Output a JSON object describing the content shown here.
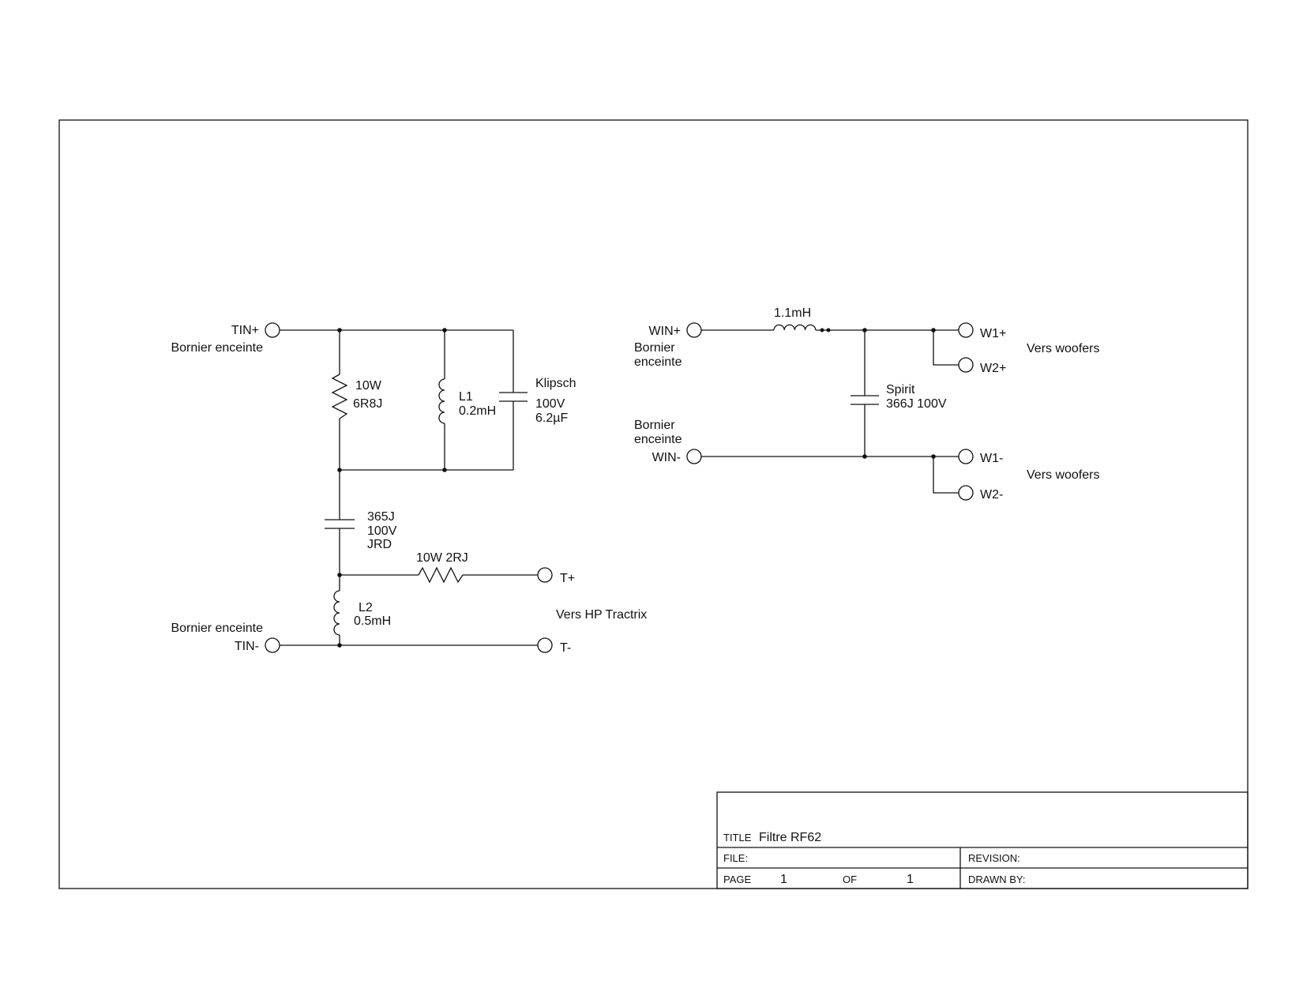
{
  "schematic": {
    "tweeter_filter": {
      "tin_plus": "TIN+",
      "tin_plus_desc": "Bornier enceinte",
      "tin_minus": "TIN-",
      "tin_minus_desc": "Bornier enceinte",
      "r1_label_1": "10W",
      "r1_label_2": "6R8J",
      "l1_label_1": "L1",
      "l1_label_2": "0.2mH",
      "c1_label_1": "Klipsch",
      "c1_label_2": "100V",
      "c1_label_3": "6.2µF",
      "c2_label_1": "365J",
      "c2_label_2": "100V",
      "c2_label_3": "JRD",
      "r2_label": "10W 2RJ",
      "l2_label_1": "L2",
      "l2_label_2": "0.5mH",
      "t_plus": "T+",
      "t_minus": "T-",
      "dest": "Vers HP Tractrix"
    },
    "woofer_filter": {
      "win_plus": "WIN+",
      "win_plus_desc_1": "Bornier",
      "win_plus_desc_2": "enceinte",
      "win_minus": "WIN-",
      "win_minus_desc_1": "Bornier",
      "win_minus_desc_2": "enceinte",
      "l3_label": "1.1mH",
      "c3_label_1": "Spirit",
      "c3_label_2": "366J 100V",
      "w1_plus": "W1+",
      "w2_plus": "W2+",
      "w1_minus": "W1-",
      "w2_minus": "W2-",
      "dest_plus": "Vers woofers",
      "dest_minus": "Vers woofers"
    }
  },
  "title_block": {
    "title_label": "TITLE",
    "title_value": "Filtre RF62",
    "file_label": "FILE:",
    "file_value": "",
    "revision_label": "REVISION:",
    "revision_value": "",
    "page_label": "PAGE",
    "page_value": "1",
    "of_label": "OF",
    "of_value": "1",
    "drawn_by_label": "DRAWN BY:",
    "drawn_by_value": ""
  }
}
